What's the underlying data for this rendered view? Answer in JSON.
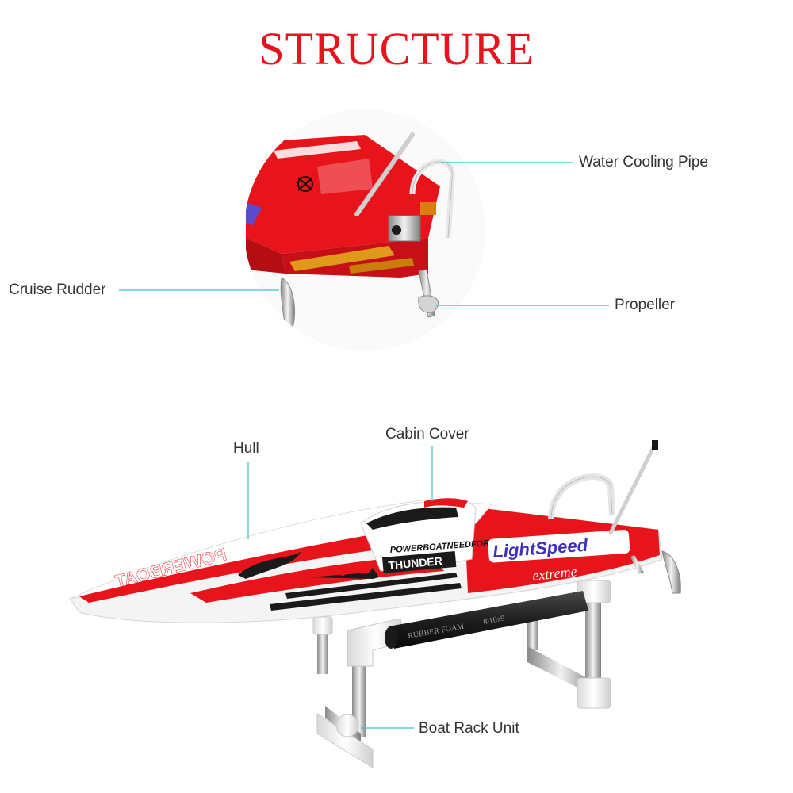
{
  "title": "STRUCTURE",
  "labels": {
    "water_cooling_pipe": "Water Cooling Pipe",
    "cruise_rudder": "Cruise Rudder",
    "propeller": "Propeller",
    "hull": "Hull",
    "cabin_cover": "Cabin Cover",
    "boat_rack_unit": "Boat Rack Unit"
  },
  "boat_decals": {
    "side_name": "POWERBOAT",
    "tagline": "POWERBOATNEEDFORSPEED",
    "badge": "THUNDER",
    "brand": "LightSpeed",
    "brand_sub": "extreme",
    "foam": "RUBBER FOAM",
    "foam_size": "Φ16x9"
  },
  "colors": {
    "title": "#e8141c",
    "hull_red": "#e8141c",
    "leader_line": "#3cc3c8",
    "label_text": "#333333"
  }
}
